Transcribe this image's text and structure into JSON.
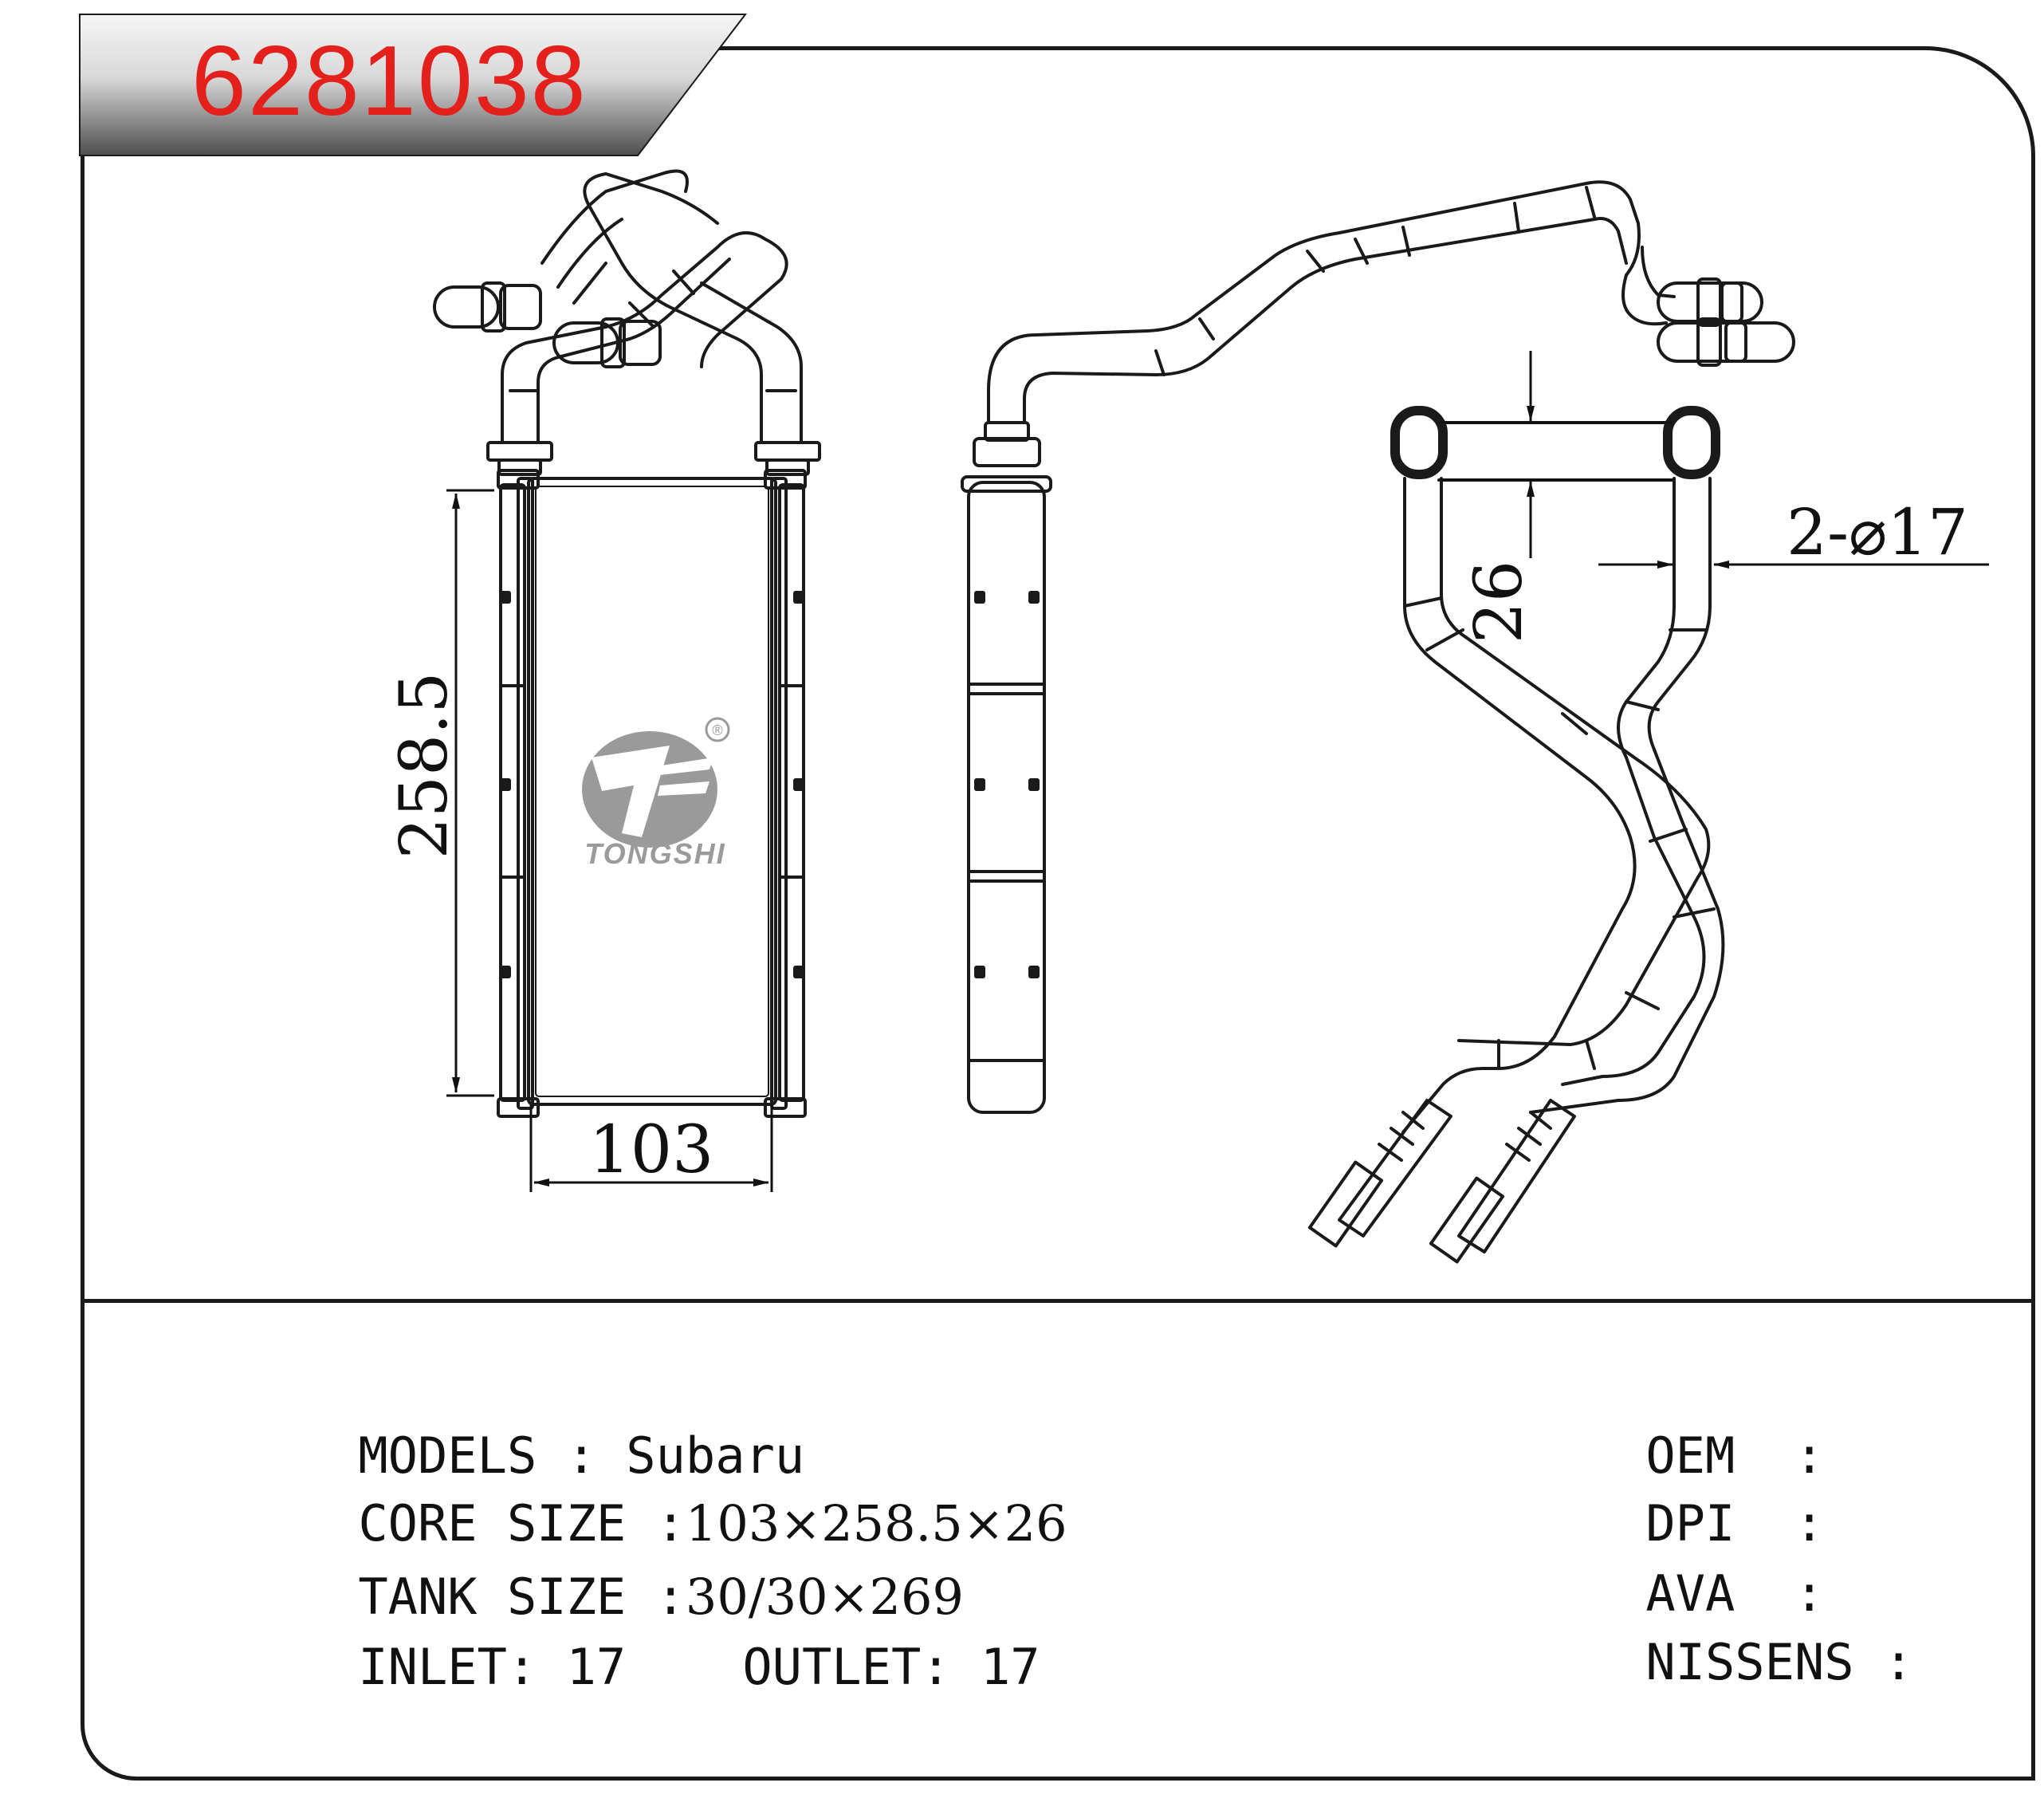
{
  "header": {
    "part_number": "6281038"
  },
  "drawing": {
    "brand_logo_text": "TONGSHI",
    "registered_mark": "®",
    "dimensions": {
      "height": "258.5",
      "width": "103",
      "thickness": "26",
      "pipe": "2-⌀17"
    }
  },
  "specs": {
    "models": {
      "label": "MODELS : ",
      "value": "Subaru"
    },
    "core_size": {
      "label": "CORE SIZE :",
      "value": "103×258.5×26"
    },
    "tank_size": {
      "label": "TANK SIZE :",
      "value": "30/30×269"
    },
    "inlet": {
      "label": "INLET: ",
      "value": "17"
    },
    "outlet": {
      "label": "OUTLET: ",
      "value": "17"
    }
  },
  "cross_reference": {
    "oem": {
      "label": "OEM  :",
      "value": ""
    },
    "dpi": {
      "label": "DPI  :",
      "value": ""
    },
    "ava": {
      "label": "AVA  :",
      "value": ""
    },
    "nissens": {
      "label": "NISSENS :",
      "value": ""
    }
  },
  "colors": {
    "part_number": "#e3201b",
    "line": "#1a1a1a",
    "tab_gradient_top": "#f4f4f4",
    "tab_gradient_bottom": "#5a5a5a",
    "logo": "#9a9a9a"
  }
}
